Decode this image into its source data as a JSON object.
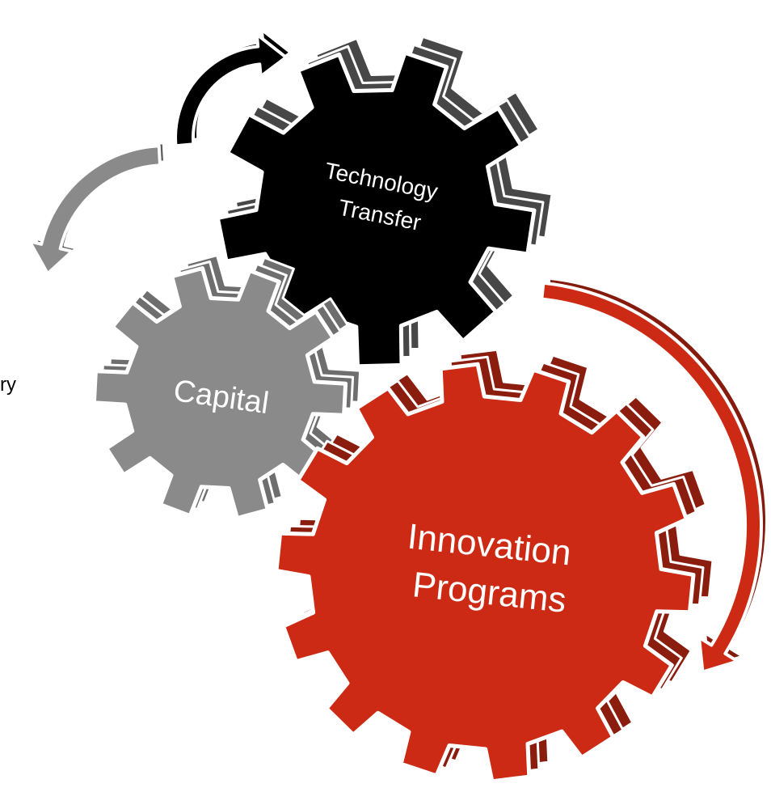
{
  "diagram": {
    "side_label": "ry",
    "gears": {
      "technology": {
        "label_line1": "Technology",
        "label_line2": "Transfer",
        "color": "#000000"
      },
      "capital": {
        "label": "Capital",
        "color": "#8a8a8a"
      },
      "innovation": {
        "label_line1": "Innovation",
        "label_line2": "Programs",
        "color": "#cc2a14"
      }
    },
    "arrows": {
      "black": {
        "color": "#000000"
      },
      "gray": {
        "color": "#8a8a8a"
      },
      "red": {
        "color": "#cc2a14"
      }
    }
  }
}
